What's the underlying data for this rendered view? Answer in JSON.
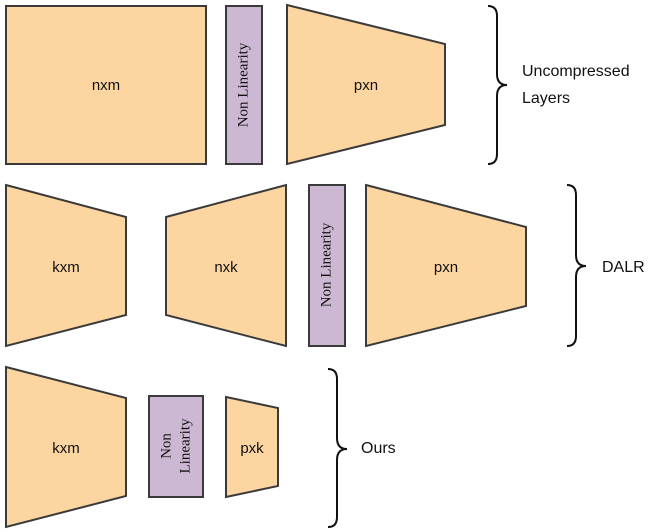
{
  "rows": {
    "uncompressed": {
      "matrix_a": "nxm",
      "nonlinearity": "Non Linearity",
      "matrix_b": "pxn",
      "label_line1": "Uncompressed",
      "label_line2": "Layers"
    },
    "dalr": {
      "matrix_a": "kxm",
      "matrix_b": "nxk",
      "nonlinearity": "Non Linearity",
      "matrix_c": "pxn",
      "label": "DALR"
    },
    "ours": {
      "matrix_a": "kxm",
      "nonlinearity_line1": "Non",
      "nonlinearity_line2": "Linearity",
      "matrix_b": "pxk",
      "label": "Ours"
    }
  },
  "colors": {
    "matrix_fill": "#fcd5a1",
    "nonlinearity_fill": "#cdb8d4",
    "outline": "#3a3a3a"
  }
}
